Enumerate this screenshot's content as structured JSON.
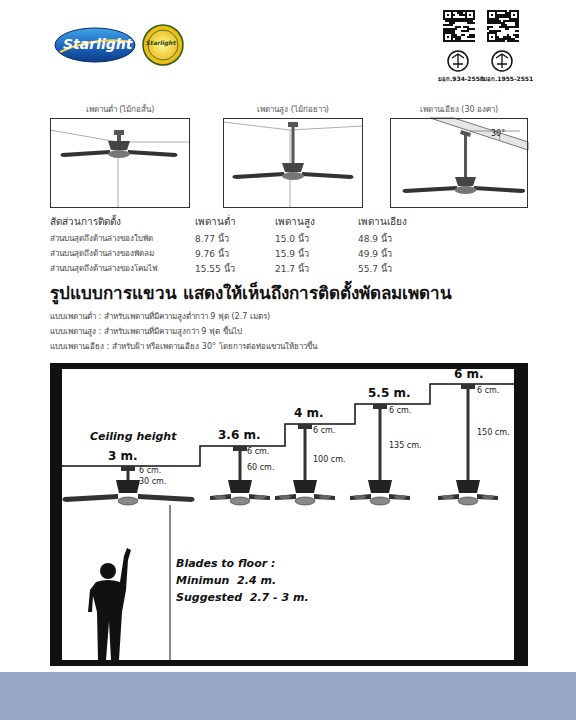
{
  "diagram": {
    "title": "รูปแบบการแขวน แสดงให้เห็นถึงการติดตั้งพัดลมเพดาน",
    "nodes": [
      {
        "text": [
          "เพดานต่ำ (ไม้ก่อสั้น)"
        ]
      },
      {
        "text": [
          "เพดานสูง (ไม้ก่อยาว)"
        ]
      },
      {
        "text": [
          "เพดานเอียง (30 องศา)",
          "30°"
        ]
      }
    ],
    "labels": [
      "Starlight",
      "Starlight",
      "มอก.934-2558",
      "มอก.1955-2551",
      "สัดส่วนการติดตั้ง",
      "เพดานต่ำ",
      "เพดานสูง",
      "เพดานเอียง",
      "ส่วนบนสุดถึงด้านล่างของใบพัด",
      "8.77 นิ้ว",
      "15.0 นิ้ว",
      "48.9 นิ้ว",
      "ส่วนบนสุดถึงด้านล่างของพัดลม",
      "9.76 นิ้ว",
      "15.9 นิ้ว",
      "49.9 นิ้ว",
      "ส่วนบนสุดถึงด้านล่างของโคมไฟ",
      "15.55 นิ้ว",
      "21.7 นิ้ว",
      "55.7 นิ้ว",
      "แบบเพดานต่ำ : สำหรับเพดานที่มีความสูงต่ำกว่า 9 ฟุต (2.7 เมตร)",
      "แบบเพดานสูง : สำหรับเพดานที่มีความสูงกว่า 9 ฟุต ขึ้นไป",
      "แบบเพดานเอียง : สำหรับฝ้า หรือเพดานเอียง 30° โดยการต่อท่อแขวนให้ยาวขึ้น",
      "Ceiling height",
      "3 m.",
      "6 cm.",
      "30 cm.",
      "3.6 m.",
      "6 cm.",
      "60 cm.",
      "4 m.",
      "6 cm.",
      "100 cm.",
      "5.5 m.",
      "6 cm.",
      "135 cm.",
      "6 m.",
      "6 cm.",
      "150 cm.",
      "Blades to floor :",
      "Minimun  2.4 m.",
      "Suggested  2.7 - 3 m."
    ]
  }
}
